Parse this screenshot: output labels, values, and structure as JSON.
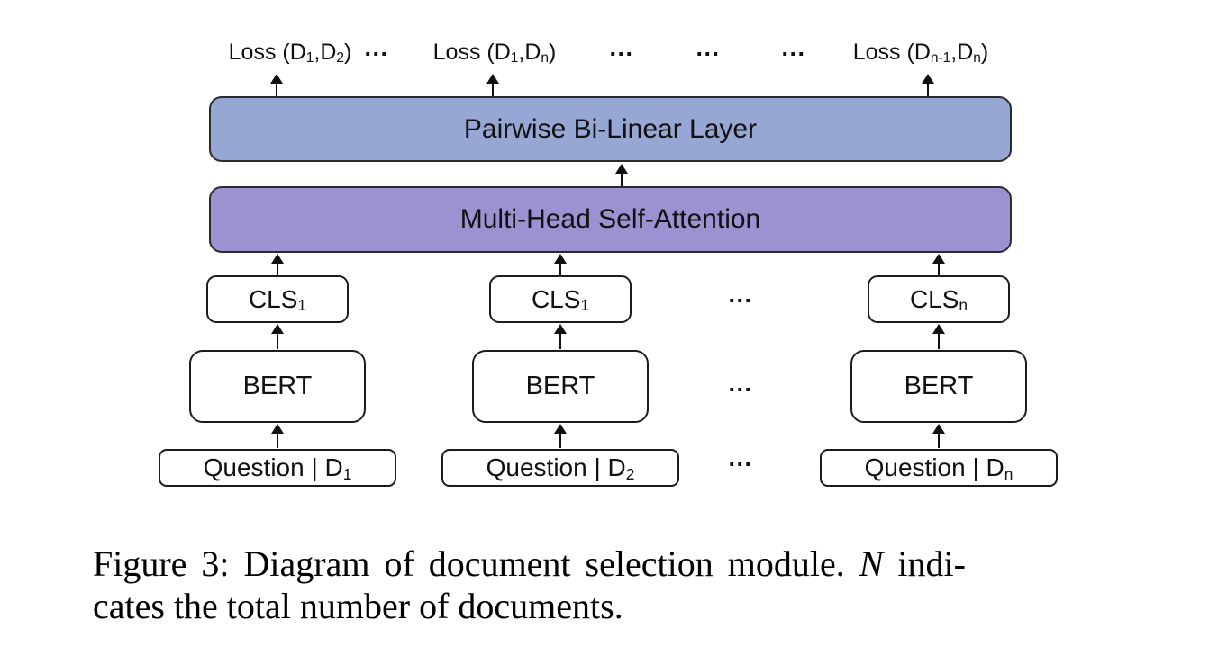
{
  "colors": {
    "pairwise_fill": "#96A7D4",
    "attention_fill": "#9C92D2",
    "box_border": "#2b2b2b",
    "background": "#ffffff"
  },
  "loss_row": {
    "loss_1": {
      "pre": "Loss (D",
      "sub_a": "1",
      "mid": ",D",
      "sub_b": "2",
      "post": ")"
    },
    "dots_1": "...",
    "loss_2": {
      "pre": "Loss (D",
      "sub_a": "1",
      "mid": ",D",
      "sub_b": "n",
      "post": ")"
    },
    "dots_2": "...",
    "dots_3": "...",
    "dots_4": "...",
    "loss_3": {
      "pre": "Loss (D",
      "sub_a": "n-1",
      "mid": ",D",
      "sub_b": "n",
      "post": ")"
    }
  },
  "layers": {
    "pairwise_label": "Pairwise Bi-Linear Layer",
    "attention_label": "Multi-Head Self-Attention"
  },
  "columns": {
    "col1": {
      "cls": "CLS",
      "cls_sub": "1",
      "bert": "BERT",
      "question": "Question | D",
      "question_sub": "1"
    },
    "col2": {
      "cls": "CLS",
      "cls_sub": "1",
      "bert": "BERT",
      "question": "Question | D",
      "question_sub": "2"
    },
    "col3": {
      "cls": "CLS",
      "cls_sub": "n",
      "bert": "BERT",
      "question": "Question | D",
      "question_sub": "n"
    }
  },
  "row_dots": {
    "cls_row": "...",
    "bert_row": "...",
    "question_row": "..."
  },
  "caption": {
    "line1_pre": "Figure 3: Diagram of document selection module. ",
    "line1_math": "N",
    "line1_post": " indi-",
    "line2": "cates the total number of documents."
  }
}
